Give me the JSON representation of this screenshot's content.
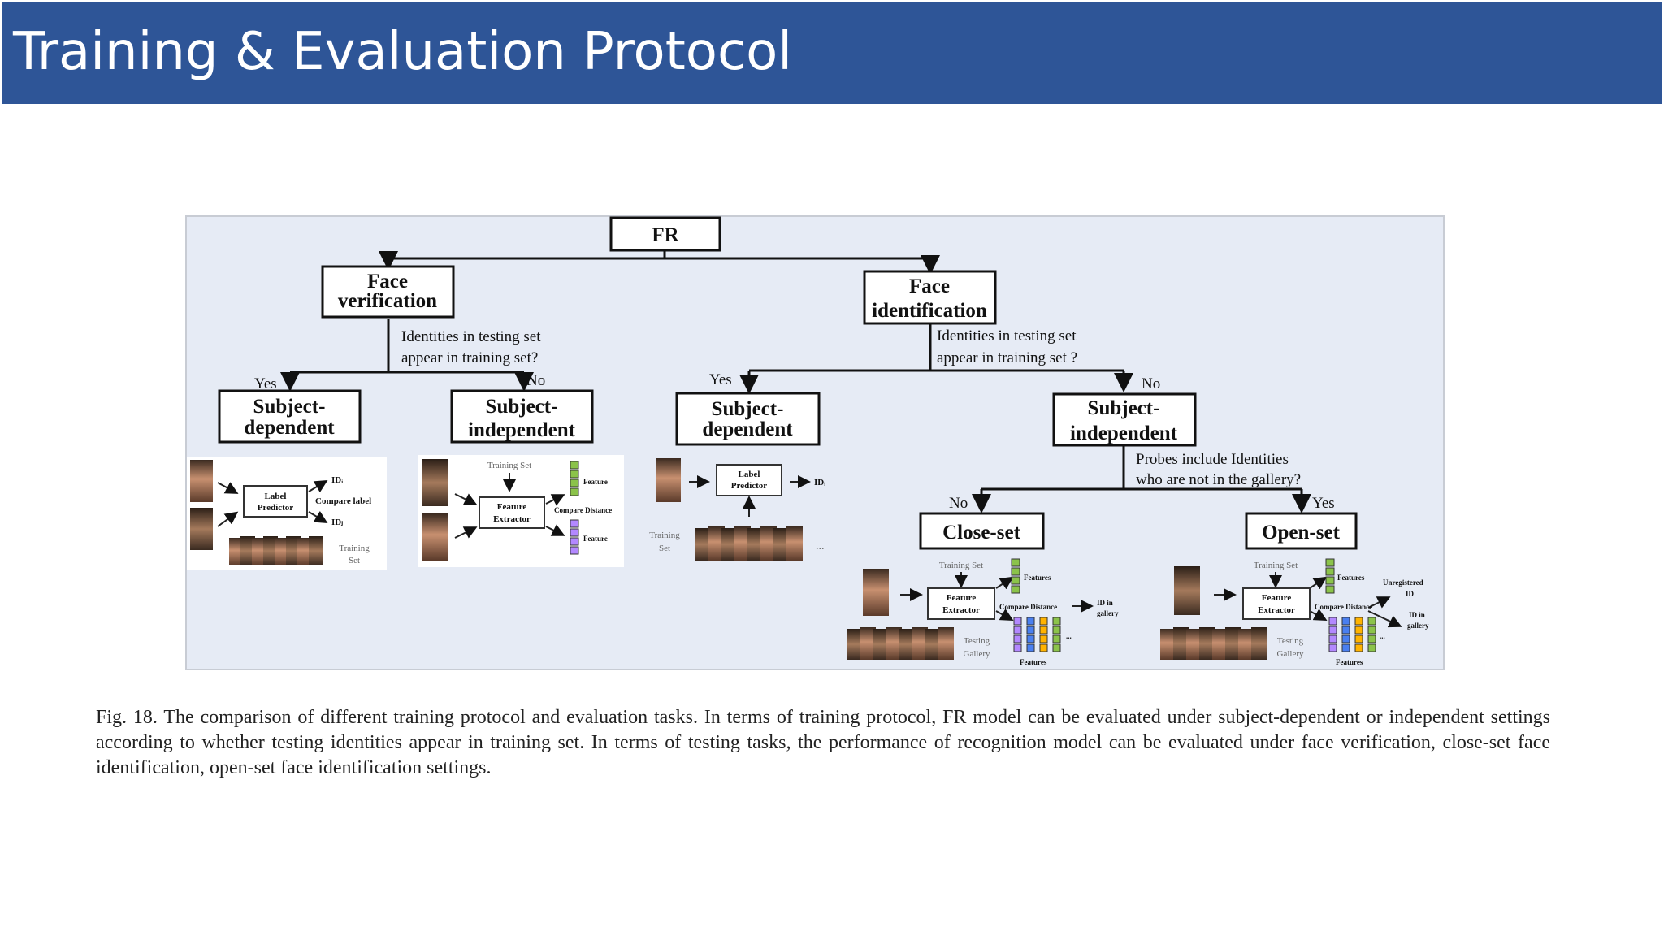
{
  "header": {
    "title": "Training & Evaluation Protocol"
  },
  "diagram": {
    "root": "FR",
    "verification": "Face verification",
    "identification_l1": "Face",
    "identification_l2": "identification",
    "question_l1": "Identities in testing set",
    "question_l2": "appear in training set?",
    "question_l2_b": "appear in training set ?",
    "yes": "Yes",
    "no": "No",
    "sd_l1": "Subject-",
    "sd_l2": "dependent",
    "si_l1": "Subject-",
    "si_l2": "independent",
    "probe_l1": "Probes include Identities",
    "probe_l2": "who are not in the gallery?",
    "closeset": "Close-set",
    "openset": "Open-set",
    "label_predictor_l1": "Label",
    "label_predictor_l2": "Predictor",
    "feature_extractor_l1": "Feature",
    "feature_extractor_l2": "Extractor",
    "id_i": "IDᵢ",
    "id_j": "IDⱼ",
    "compare_label": "Compare label",
    "compare_distance": "Compare Distance",
    "feature": "Feature",
    "features": "Features",
    "training_set": "Training Set",
    "training": "Training",
    "set": "Set",
    "testing": "Testing",
    "gallery": "Gallery",
    "id_in": "ID in",
    "gallery_lc": "gallery",
    "unregistered": "Unregistered",
    "id": "ID",
    "ellipsis": "..."
  },
  "caption": "Fig. 18.   The comparison of different training protocol and evaluation tasks. In terms of training protocol, FR model can be evaluated under subject-dependent or independent settings according to whether testing identities appear in training set. In terms of testing tasks, the performance of recognition model can be evaluated under face verification, close-set face identification, open-set face identification settings.",
  "colors": {
    "header_bg": "#2e5597",
    "figure_bg": "#e6ebf5"
  }
}
